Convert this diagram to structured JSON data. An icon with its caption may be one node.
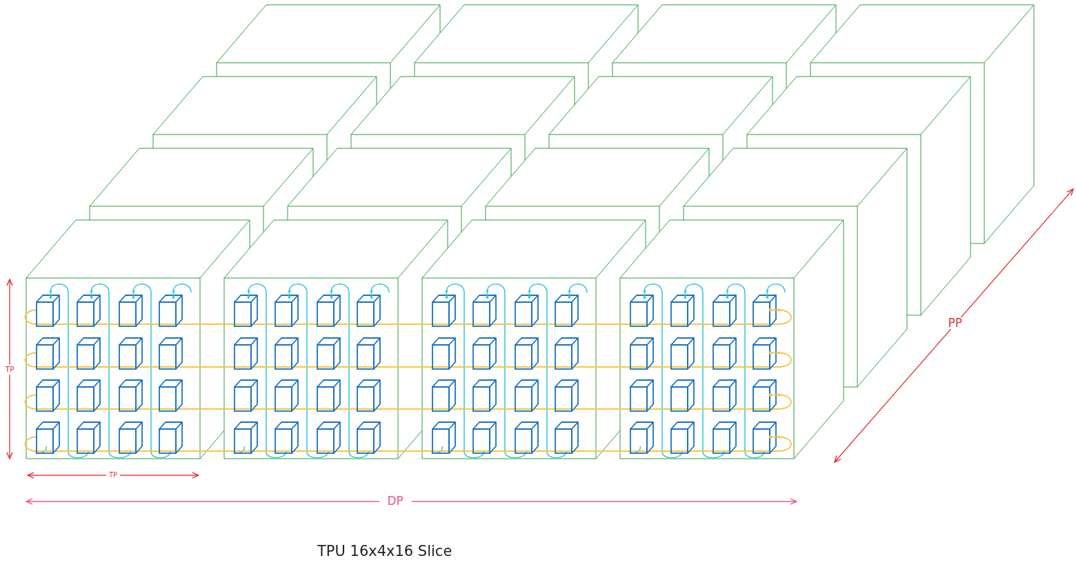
{
  "diagram": {
    "title": "TPU 16x4x16 Slice",
    "labels": [
      "PP",
      "TP",
      "TP",
      "DP"
    ]
  }
}
